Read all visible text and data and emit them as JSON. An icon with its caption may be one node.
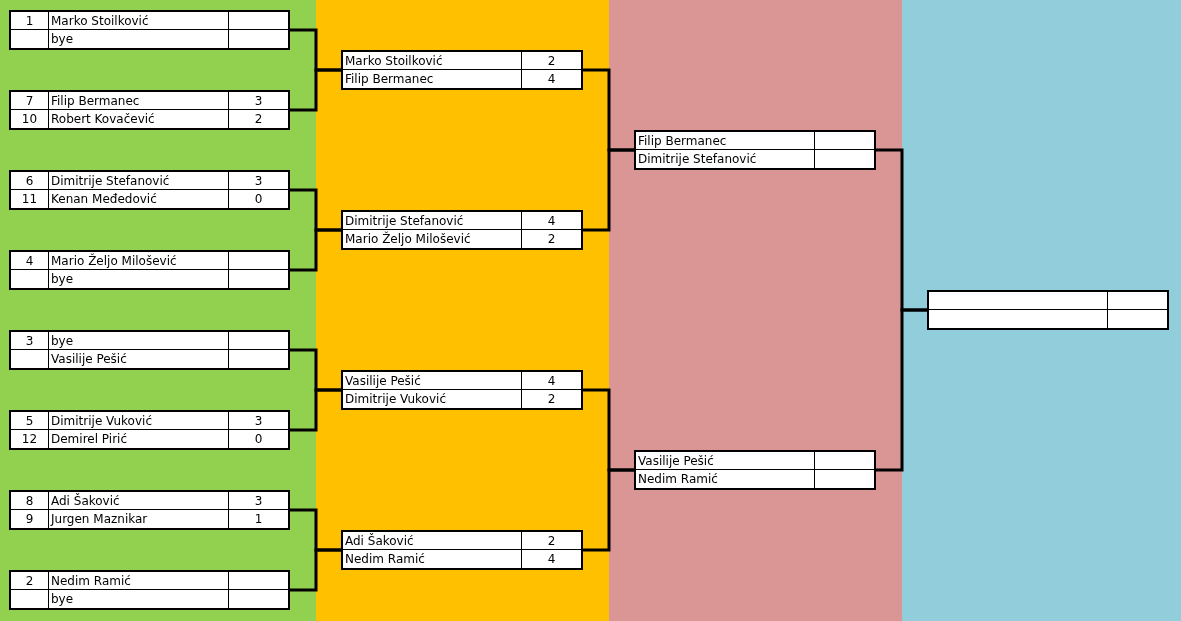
{
  "diagram": {
    "nodes": [
      {
        "text": [
          "1",
          "Marko Stoilković",
          "bye"
        ]
      },
      {
        "text": [
          "7",
          "Filip Bermanec",
          "3",
          "10",
          "Robert Kovačević",
          "2"
        ]
      },
      {
        "text": [
          "6",
          "Dimitrije Stefanović",
          "3",
          "11",
          "Kenan Međedović",
          "0"
        ]
      },
      {
        "text": [
          "4",
          "Mario Željo Milošević",
          "bye"
        ]
      },
      {
        "text": [
          "3",
          "bye",
          "Vasilije Pešić"
        ]
      },
      {
        "text": [
          "5",
          "Dimitrije Vuković",
          "3",
          "12",
          "Demirel Pirić",
          "0"
        ]
      },
      {
        "text": [
          "8",
          "Adi Šaković",
          "3",
          "9",
          "Jurgen Maznikar",
          "1"
        ]
      },
      {
        "text": [
          "2",
          "Nedim Ramić",
          "bye"
        ]
      },
      {
        "text": [
          "Marko Stoilković",
          "2",
          "Filip Bermanec",
          "4"
        ]
      },
      {
        "text": [
          "Dimitrije Stefanović",
          "4",
          "Mario Željo Milošević",
          "2"
        ]
      },
      {
        "text": [
          "Vasilije Pešić",
          "4",
          "Dimitrije Vuković",
          "2"
        ]
      },
      {
        "text": [
          "Adi Šaković",
          "2",
          "Nedim Ramić",
          "4"
        ]
      },
      {
        "text": [
          "Filip Bermanec",
          "Dimitrije Stefanović"
        ]
      },
      {
        "text": [
          "Vasilije Pešić",
          "Nedim Ramić"
        ]
      },
      {
        "text": [],
        "shape": "box"
      }
    ],
    "edges": [
      {
        "from": 0,
        "to": 8,
        "arrow": "none"
      },
      {
        "from": 1,
        "to": 8,
        "arrow": "none"
      },
      {
        "from": 2,
        "to": 9,
        "arrow": "none"
      },
      {
        "from": 3,
        "to": 9,
        "arrow": "none"
      },
      {
        "from": 4,
        "to": 10,
        "arrow": "none"
      },
      {
        "from": 5,
        "to": 10,
        "arrow": "none"
      },
      {
        "from": 6,
        "to": 11,
        "arrow": "none"
      },
      {
        "from": 7,
        "to": 11,
        "arrow": "none"
      },
      {
        "from": 8,
        "to": 12,
        "arrow": "none"
      },
      {
        "from": 9,
        "to": 12,
        "arrow": "none"
      },
      {
        "from": 10,
        "to": 13,
        "arrow": "none"
      },
      {
        "from": 11,
        "to": 13,
        "arrow": "none"
      },
      {
        "from": 12,
        "to": 14,
        "arrow": "none"
      },
      {
        "from": 13,
        "to": 14,
        "arrow": "none"
      }
    ]
  }
}
